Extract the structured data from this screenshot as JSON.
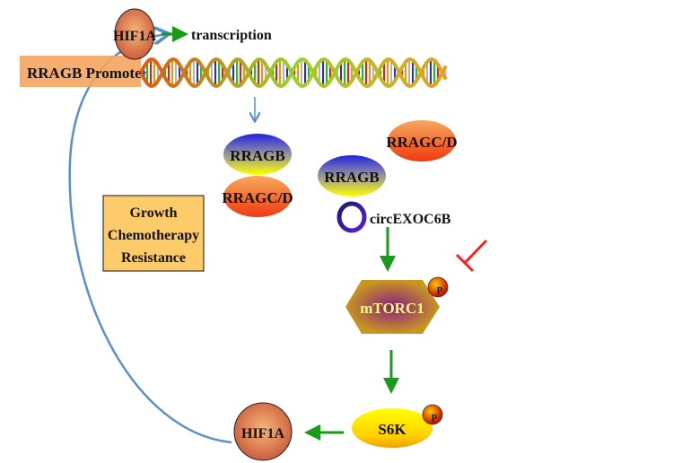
{
  "nodes": {
    "hif1a_top": "HIF1A",
    "transcription": "transcription",
    "promoter": "RRAGB Promoter",
    "rragb_center": "RRAGB",
    "rragcd_center": "RRAGC/D",
    "rragcd_right": "RRAGC/D",
    "rragb_right": "RRAGB",
    "circ": "circEXOC6B",
    "outcome_lines": [
      "Growth",
      "Chemotherapy",
      "Resistance"
    ],
    "mtorc1": "mTORC1",
    "mtorc1_p": "p",
    "s6k": "S6K",
    "s6k_p": "p",
    "hif1a_bottom": "HIF1A"
  },
  "colors": {
    "activation_arrow": "#1a9a1a",
    "inhibition": "#ff2020",
    "feedback_arrow": "#5b8fc9",
    "outcome_box": "#fecb6b",
    "circ_ring": "#1a1a8c"
  }
}
